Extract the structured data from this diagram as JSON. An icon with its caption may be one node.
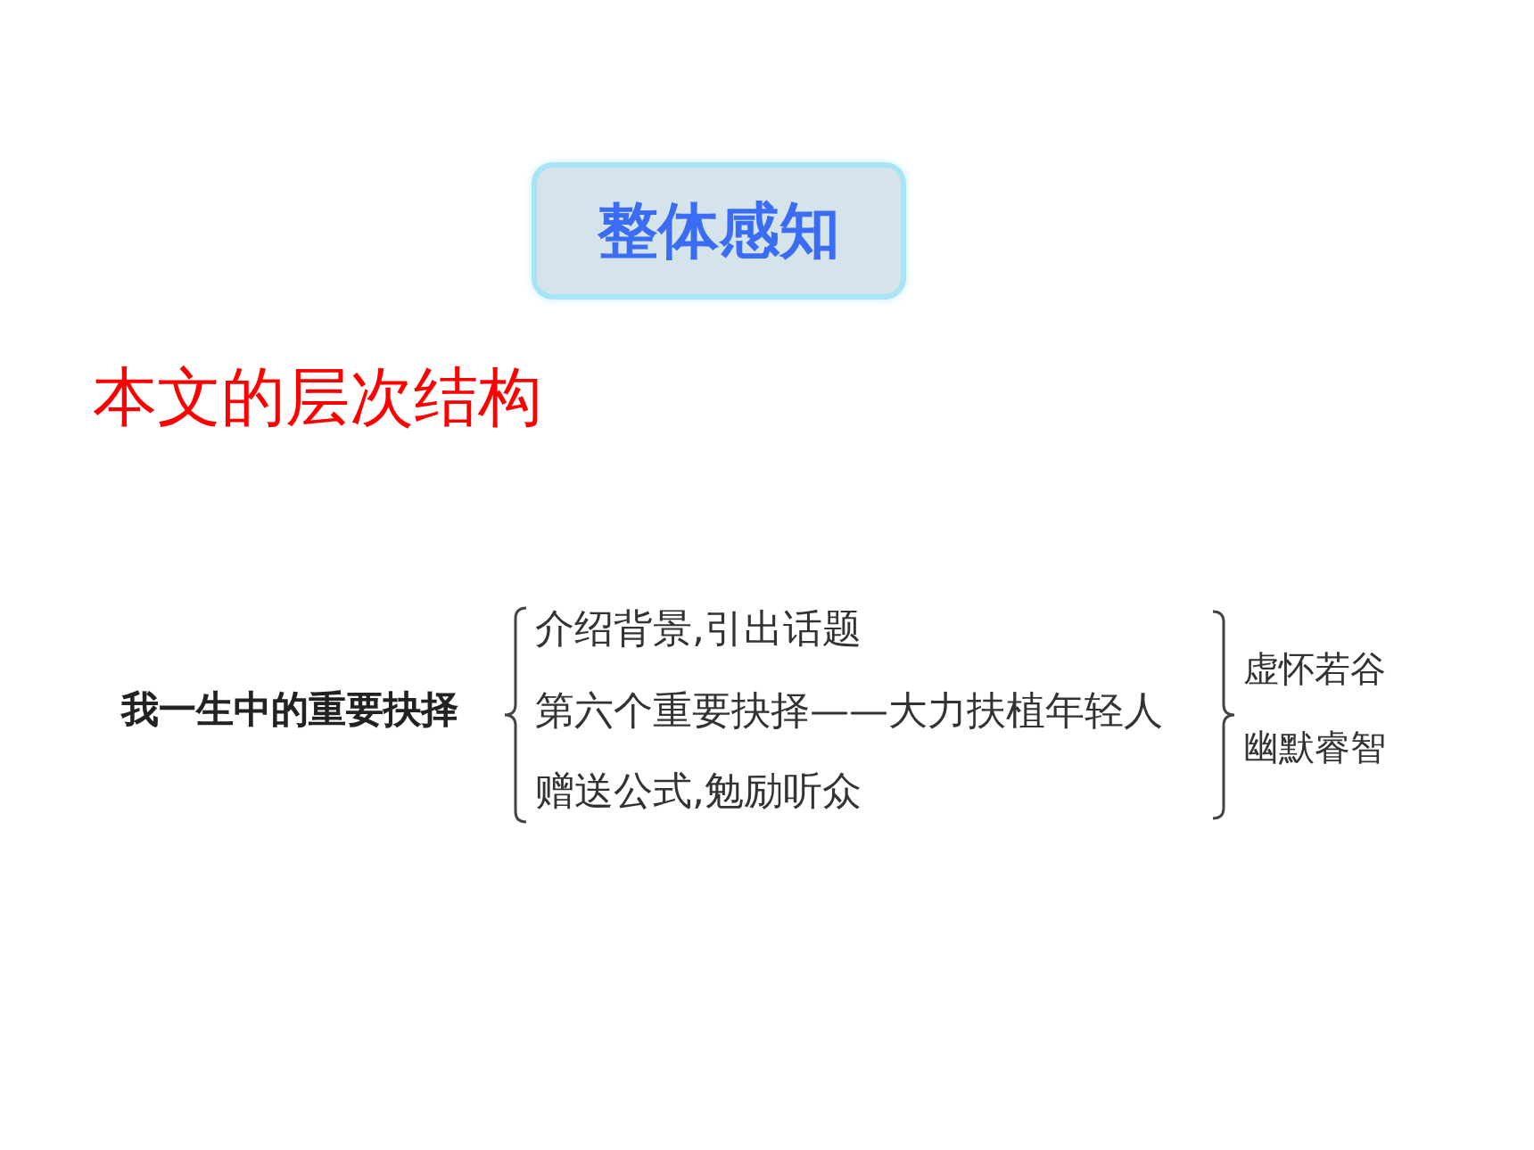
{
  "diagram": {
    "nodes": [
      {
        "text": [
          "整体感知"
        ]
      }
    ],
    "labels": [
      "本文的层次结构",
      "我一生中的重要抉择",
      "介绍背景,引出话题",
      "第六个重要抉择——大力扶植年轻人",
      "赠送公式,勉励听众",
      "虚怀若谷",
      "幽默睿智"
    ]
  }
}
